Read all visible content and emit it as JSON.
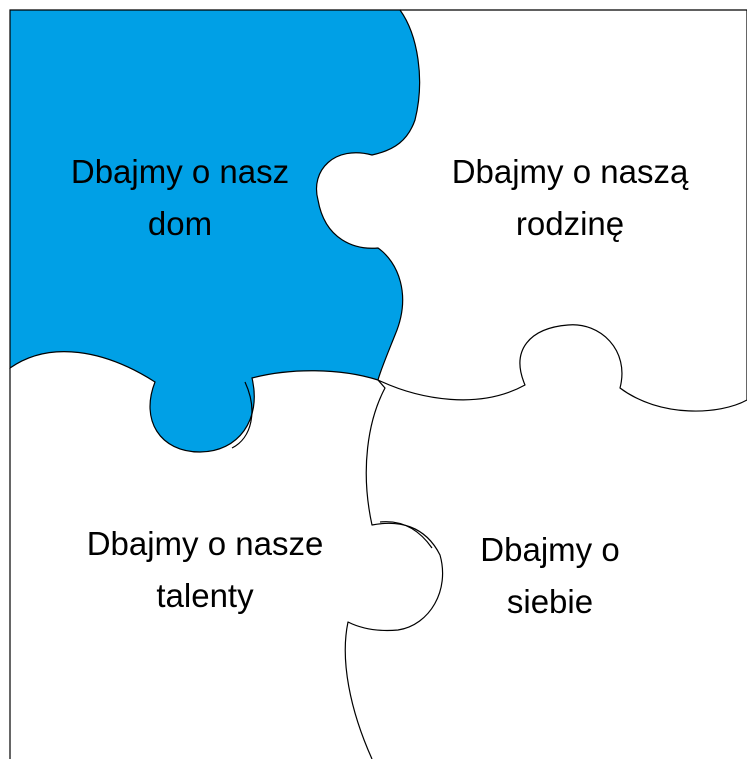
{
  "pieces": {
    "top_left": {
      "line1": "Dbajmy o nasz",
      "line2": "dom",
      "fill": "#00a0e6"
    },
    "top_right": {
      "line1": "Dbajmy o naszą",
      "line2": "rodzinę",
      "fill": "#ffffff"
    },
    "bottom_left": {
      "line1": "Dbajmy o nasze",
      "line2": "talenty",
      "fill": "#ffffff"
    },
    "bottom_right": {
      "line1": "Dbajmy o",
      "line2": "siebie",
      "fill": "#ffffff"
    }
  },
  "colors": {
    "outline": "#000000",
    "accent": "#00a0e6"
  }
}
